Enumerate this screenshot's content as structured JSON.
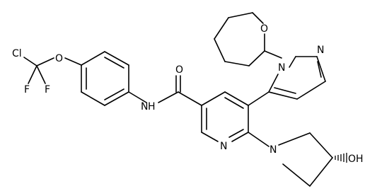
{
  "molecule": {
    "atoms": {
      "Cl": "Cl",
      "F1": "F",
      "F2": "F",
      "O_ether": "O",
      "NH": "N",
      "H": "H",
      "O_carbonyl": "O",
      "N_pyridine": "N",
      "N_pyrazole1": "N",
      "N_pyrazole2": "N",
      "O_thp": "O",
      "N_pyrrolidine": "N",
      "OH": "OH"
    }
  }
}
